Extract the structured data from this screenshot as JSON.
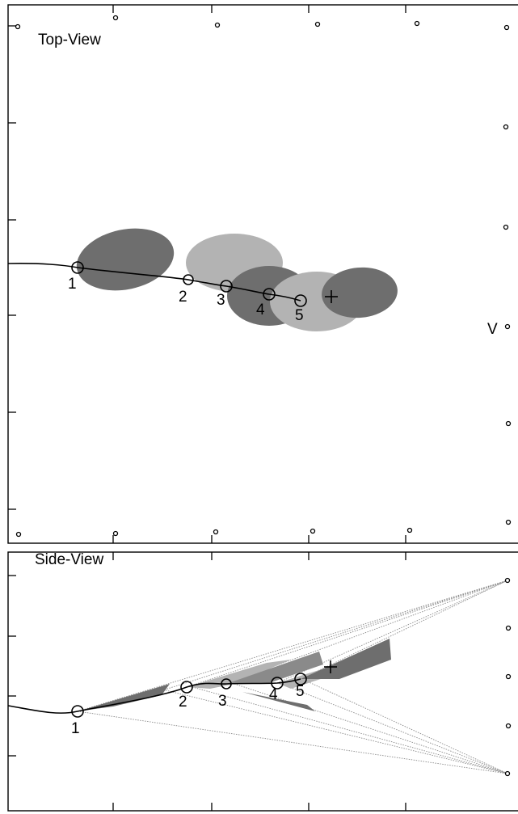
{
  "top_panel": {
    "title": "Top-View",
    "sensor_label": "V",
    "estimates": [
      "1",
      "2",
      "3",
      "4",
      "5"
    ]
  },
  "side_panel": {
    "title": "Side-View",
    "estimates": [
      "1",
      "2",
      "3",
      "4",
      "5"
    ]
  },
  "colors": {
    "dark_ellipse": "#6e6e6e",
    "light_ellipse": "#b3b3b3",
    "ray": "#8a8a8a"
  }
}
